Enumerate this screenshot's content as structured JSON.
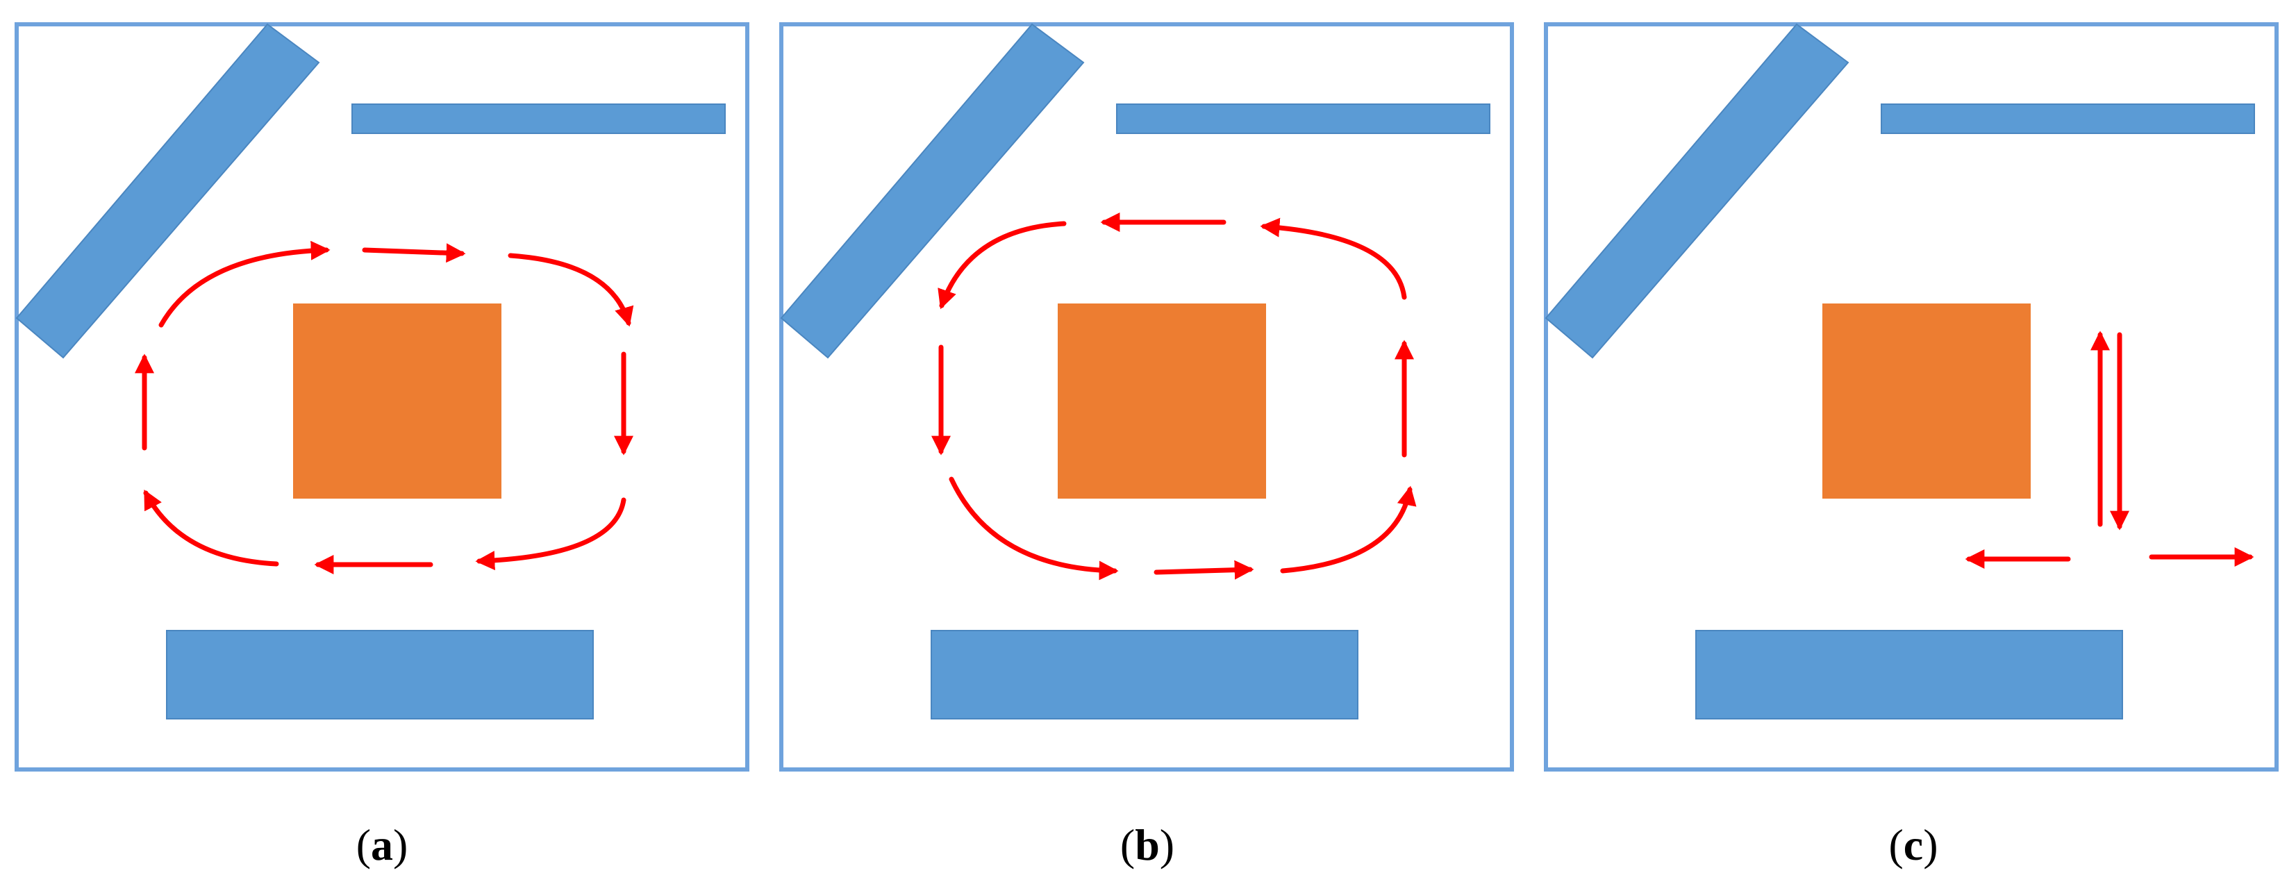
{
  "figure": {
    "panels": [
      {
        "id": "a",
        "caption": "(a)",
        "caption_letter": "a",
        "flow_pattern": "clockwise-loop"
      },
      {
        "id": "b",
        "caption": "(b)",
        "caption_letter": "b",
        "flow_pattern": "counterclockwise-loop"
      },
      {
        "id": "c",
        "caption": "(c)",
        "caption_letter": "c",
        "flow_pattern": "split-flow"
      }
    ],
    "colors": {
      "frame": "#6fa3dd",
      "wall": "#5b9bd5",
      "block": "#ed7d31",
      "arrow": "#ff0000"
    }
  }
}
